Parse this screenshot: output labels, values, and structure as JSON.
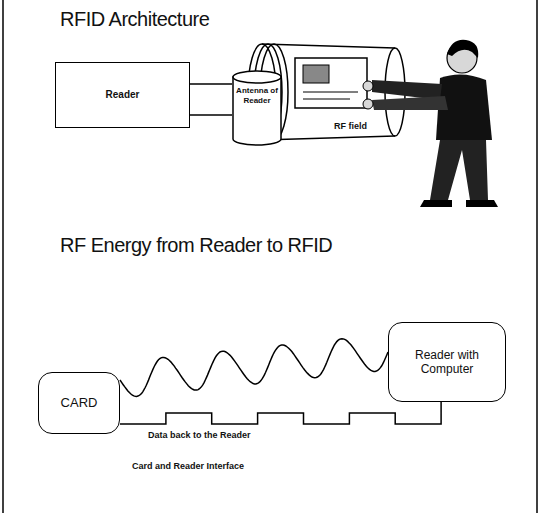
{
  "diagram": {
    "title": "RFID Architecture",
    "caption": "Card and Reader Interface",
    "nodes": [
      {
        "text": [
          "Reader"
        ]
      },
      {
        "text": [
          "Antenna of Reader"
        ]
      },
      {
        "text": [
          "CARD"
        ]
      },
      {
        "text": [
          "Reader with Computer"
        ]
      }
    ],
    "edges": [
      {
        "from": 0,
        "to": 1,
        "arrow": "none"
      },
      {
        "from": 0,
        "to": 1,
        "arrow": "none"
      },
      {
        "from": 2,
        "to": 3,
        "arrow": "none"
      },
      {
        "from": 2,
        "to": 3,
        "label": "Data back to the Reader",
        "arrow": "none"
      }
    ],
    "labels": [
      "RF field",
      "RF Energy from Reader to RFID"
    ]
  }
}
